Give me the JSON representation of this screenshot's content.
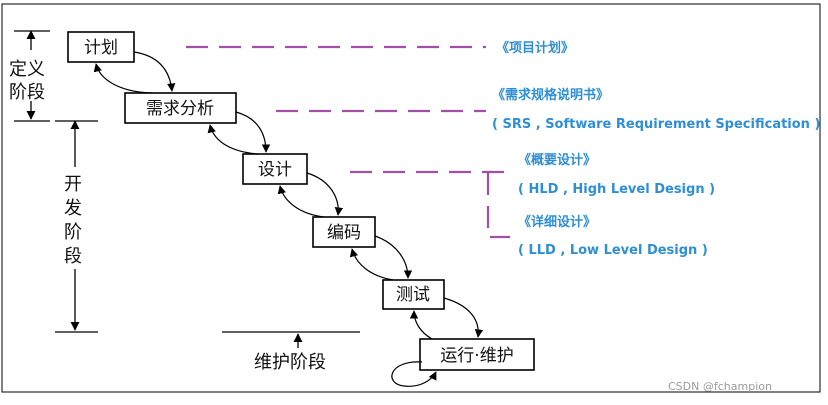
{
  "colors": {
    "dash_line": "#a24fa8",
    "doc_text": "#2e8fd6",
    "outline": "#000000",
    "watermark": "#9a9a9a"
  },
  "phases": {
    "definition": {
      "line1": "定义",
      "line2": "阶段"
    },
    "development": {
      "chars": [
        "开",
        "发",
        "阶",
        "段"
      ]
    },
    "maintenance": "维护阶段"
  },
  "steps": {
    "plan": "计划",
    "requirements": "需求分析",
    "design": "设计",
    "coding": "编码",
    "testing": "测试",
    "operation": "运行·维护"
  },
  "documents": {
    "project_plan": "《项目计划》",
    "srs_title": "《需求规格说明书》",
    "srs_detail": "( SRS , Software Requirement Specification )",
    "hld_title": "《概要设计》",
    "hld_detail": "( HLD , High Level Design )",
    "lld_title": "《详细设计》",
    "lld_detail": "( LLD , Low Level Design )"
  },
  "watermark": "CSDN @fchampion"
}
